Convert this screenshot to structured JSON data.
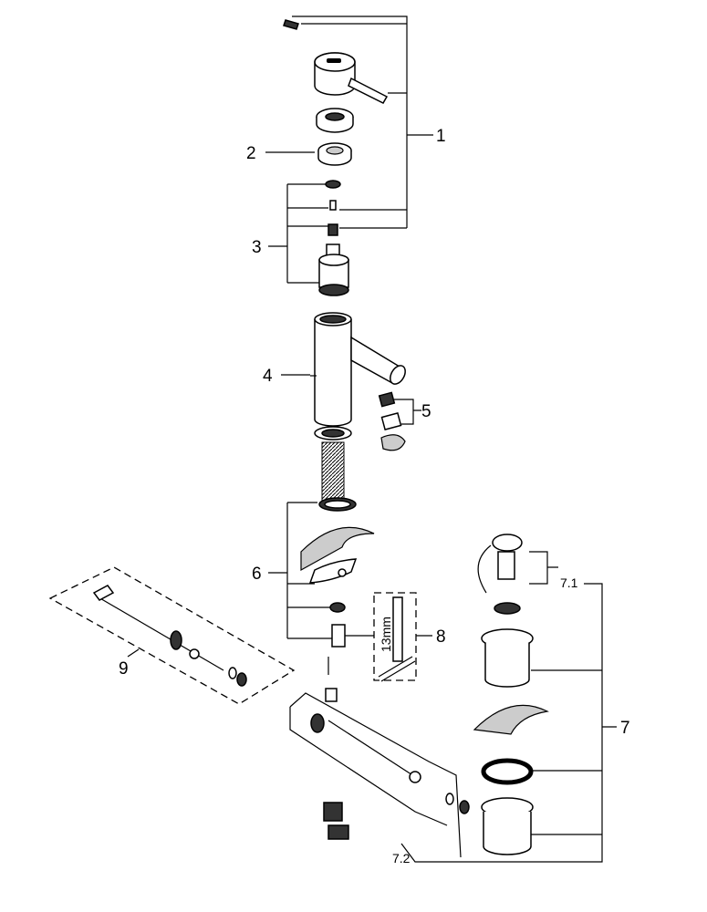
{
  "diagram": {
    "labels": {
      "p1": "1",
      "p2": "2",
      "p3": "3",
      "p4": "4",
      "p5": "5",
      "p6": "6",
      "p7": "7",
      "p7_1": "7.1",
      "p7_2": "7.2",
      "p8": "8",
      "p9": "9",
      "tool_size": "13mm"
    }
  }
}
